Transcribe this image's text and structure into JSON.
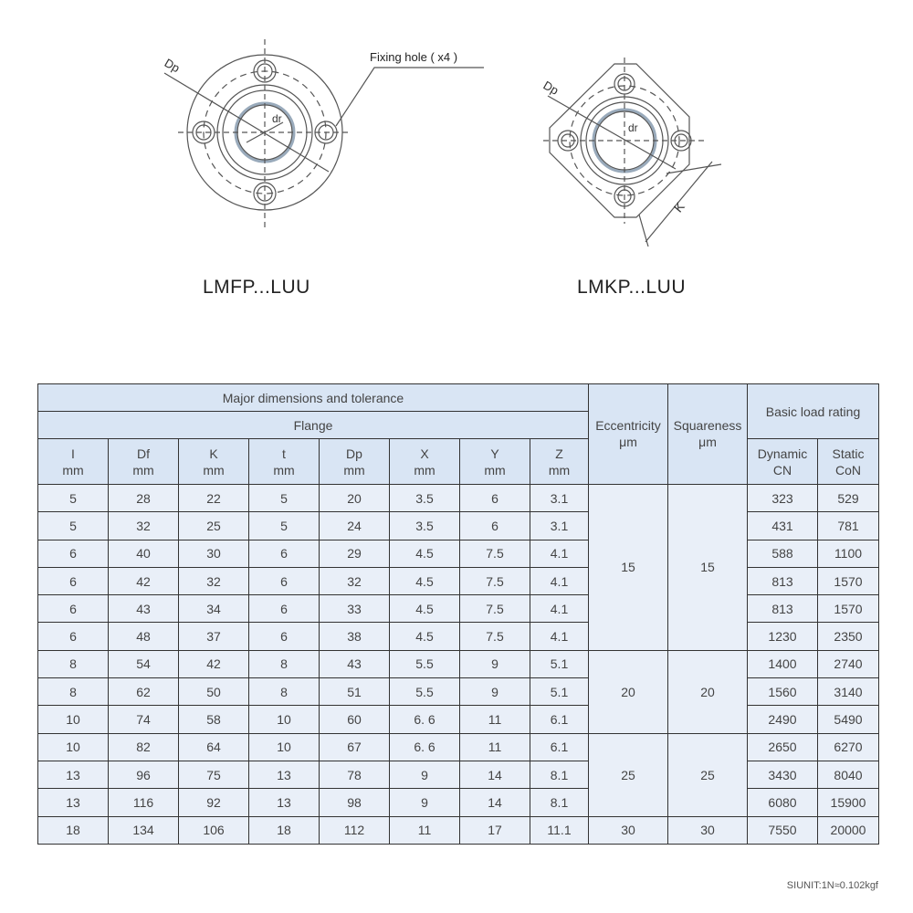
{
  "figures": [
    {
      "label": "LMFP...LUU",
      "callout": "Fixing hole ( x4 )",
      "dims": [
        "Dp",
        "dr"
      ]
    },
    {
      "label": "LMKP...LUU",
      "dims": [
        "Dp",
        "dr",
        "K"
      ]
    }
  ],
  "table": {
    "group_header": "Major dimensions and tolerance",
    "sub_header": "Flange",
    "eccentricity": {
      "label": "Eccentricity",
      "unit": "μm"
    },
    "squareness": {
      "label": "Squareness",
      "unit": "μm"
    },
    "load_rating": {
      "label": "Basic load rating",
      "dynamic": {
        "label": "Dynamic",
        "unit": "CN"
      },
      "static": {
        "label": "Static",
        "unit": "CoN"
      }
    },
    "columns": [
      {
        "name": "I",
        "unit": "mm"
      },
      {
        "name": "Df",
        "unit": "mm"
      },
      {
        "name": "K",
        "unit": "mm"
      },
      {
        "name": "t",
        "unit": "mm"
      },
      {
        "name": "Dp",
        "unit": "mm"
      },
      {
        "name": "X",
        "unit": "mm"
      },
      {
        "name": "Y",
        "unit": "mm"
      },
      {
        "name": "Z",
        "unit": "mm"
      }
    ],
    "rows": [
      {
        "cells": [
          "5",
          "28",
          "22",
          "5",
          "20",
          "3.5",
          "6",
          "3.1"
        ],
        "dyn": "323",
        "stat": "529"
      },
      {
        "cells": [
          "5",
          "32",
          "25",
          "5",
          "24",
          "3.5",
          "6",
          "3.1"
        ],
        "dyn": "431",
        "stat": "781"
      },
      {
        "cells": [
          "6",
          "40",
          "30",
          "6",
          "29",
          "4.5",
          "7.5",
          "4.1"
        ],
        "dyn": "588",
        "stat": "1100"
      },
      {
        "cells": [
          "6",
          "42",
          "32",
          "6",
          "32",
          "4.5",
          "7.5",
          "4.1"
        ],
        "dyn": "813",
        "stat": "1570"
      },
      {
        "cells": [
          "6",
          "43",
          "34",
          "6",
          "33",
          "4.5",
          "7.5",
          "4.1"
        ],
        "dyn": "813",
        "stat": "1570"
      },
      {
        "cells": [
          "6",
          "48",
          "37",
          "6",
          "38",
          "4.5",
          "7.5",
          "4.1"
        ],
        "dyn": "1230",
        "stat": "2350"
      },
      {
        "cells": [
          "8",
          "54",
          "42",
          "8",
          "43",
          "5.5",
          "9",
          "5.1"
        ],
        "dyn": "1400",
        "stat": "2740"
      },
      {
        "cells": [
          "8",
          "62",
          "50",
          "8",
          "51",
          "5.5",
          "9",
          "5.1"
        ],
        "dyn": "1560",
        "stat": "3140"
      },
      {
        "cells": [
          "10",
          "74",
          "58",
          "10",
          "60",
          "6. 6",
          "11",
          "6.1"
        ],
        "dyn": "2490",
        "stat": "5490"
      },
      {
        "cells": [
          "10",
          "82",
          "64",
          "10",
          "67",
          "6. 6",
          "11",
          "6.1"
        ],
        "dyn": "2650",
        "stat": "6270"
      },
      {
        "cells": [
          "13",
          "96",
          "75",
          "13",
          "78",
          "9",
          "14",
          "8.1"
        ],
        "dyn": "3430",
        "stat": "8040"
      },
      {
        "cells": [
          "13",
          "116",
          "92",
          "13",
          "98",
          "9",
          "14",
          "8.1"
        ],
        "dyn": "6080",
        "stat": "15900"
      },
      {
        "cells": [
          "18",
          "134",
          "106",
          "18",
          "112",
          "11",
          "17",
          "11.1"
        ],
        "dyn": "7550",
        "stat": "20000"
      }
    ],
    "groups": [
      {
        "start": 0,
        "span": 6,
        "eccentricity": "15",
        "squareness": "15"
      },
      {
        "start": 6,
        "span": 3,
        "eccentricity": "20",
        "squareness": "20"
      },
      {
        "start": 9,
        "span": 3,
        "eccentricity": "25",
        "squareness": "25"
      },
      {
        "start": 12,
        "span": 1,
        "eccentricity": "30",
        "squareness": "30"
      }
    ]
  },
  "footnote": "SIUNIT:1N≈0.102kgf",
  "colors": {
    "header_bg": "#d9e5f4",
    "cell_bg": "#e9eff8",
    "border": "#333333"
  }
}
